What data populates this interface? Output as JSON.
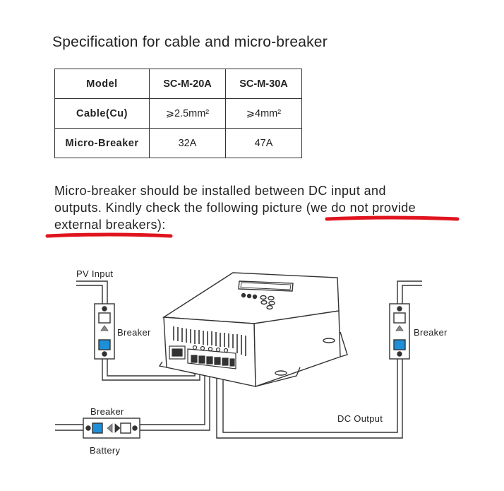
{
  "title": "Specification for cable and micro-breaker",
  "table": {
    "headers": [
      "Model",
      "SC-M-20A",
      "SC-M-30A"
    ],
    "rows": [
      {
        "label": "Cable(Cu)",
        "values": [
          "⩾2.5mm²",
          "⩾4mm²"
        ]
      },
      {
        "label": "Micro-Breaker",
        "values": [
          "32A",
          "47A"
        ]
      }
    ]
  },
  "paragraph": {
    "line1": "Micro-breaker should be installed between DC input and",
    "line2_plain": "outputs. Kindly check the following picture (",
    "line2_highlight": "we do not provide",
    "line3_highlight": "external breakers",
    "line3_plain": "):",
    "highlight_color": "#e0141e"
  },
  "diagram": {
    "pv_input_label": "PV Input",
    "breaker_left_label": "Breaker",
    "breaker_right_label": "Breaker",
    "breaker_bottom_label": "Breaker",
    "battery_label": "Battery",
    "dc_output_label": "DC Output",
    "breaker_accent_color": "#1d8fd8"
  }
}
